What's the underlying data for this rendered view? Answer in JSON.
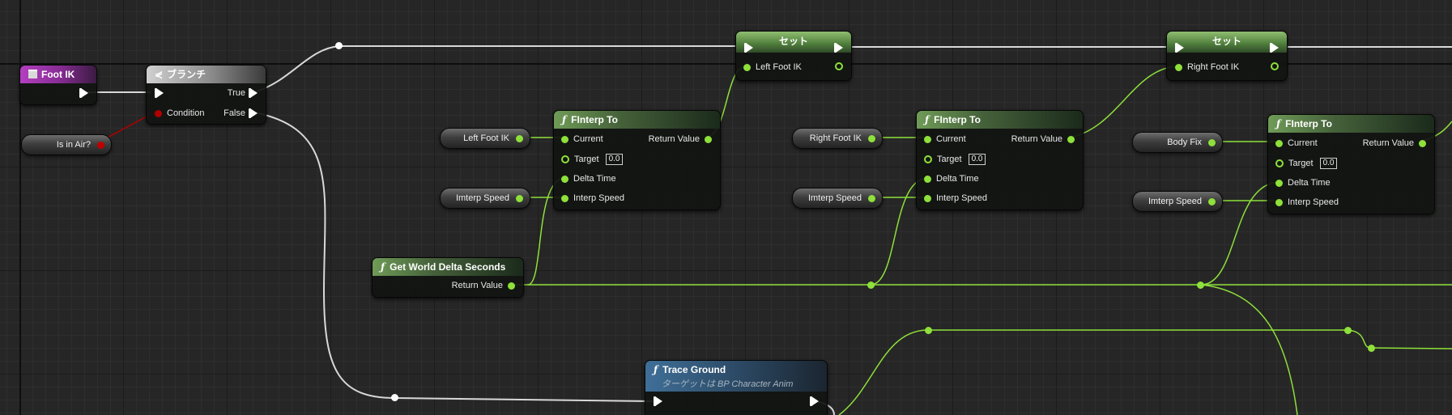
{
  "nodes": {
    "foot_ik_event": {
      "title": "Foot IK"
    },
    "branch": {
      "title": "ブランチ",
      "condition": "Condition",
      "true_label": "True",
      "false_label": "False"
    },
    "is_in_air": {
      "label": "Is in Air?"
    },
    "set1": {
      "title": "セット",
      "pin": "Left Foot IK"
    },
    "set2": {
      "title": "セット",
      "pin": "Right Foot IK"
    },
    "finterp1": {
      "title": "FInterp To",
      "current": "Current",
      "target": "Target",
      "target_value": "0.0",
      "delta_time": "Delta Time",
      "interp_speed": "Interp Speed",
      "return_value": "Return Value"
    },
    "finterp2": {
      "title": "FInterp To",
      "current": "Current",
      "target": "Target",
      "target_value": "0.0",
      "delta_time": "Delta Time",
      "interp_speed": "Interp Speed",
      "return_value": "Return Value"
    },
    "finterp3": {
      "title": "FInterp To",
      "current": "Current",
      "target": "Target",
      "target_value": "0.0",
      "delta_time": "Delta Time",
      "interp_speed": "Interp Speed",
      "return_value": "Return Value"
    },
    "left_foot_var": {
      "label": "Left Foot IK"
    },
    "right_foot_var": {
      "label": "Right Foot IK"
    },
    "body_fix_var": {
      "label": "Body Fix"
    },
    "interp_speed_var1": {
      "label": "Imterp Speed"
    },
    "interp_speed_var2": {
      "label": "Imterp Speed"
    },
    "interp_speed_var3": {
      "label": "Imterp Speed"
    },
    "get_world_delta": {
      "title": "Get World Delta Seconds",
      "return_value": "Return Value"
    },
    "trace_ground": {
      "title": "Trace Ground",
      "subtitle": "ターゲットは BP Character Anim"
    }
  },
  "colors": {
    "float_pin": "#8ee03a",
    "bool_pin": "#b00000",
    "exec_wire": "#d8d8d8",
    "background": "#262626"
  }
}
